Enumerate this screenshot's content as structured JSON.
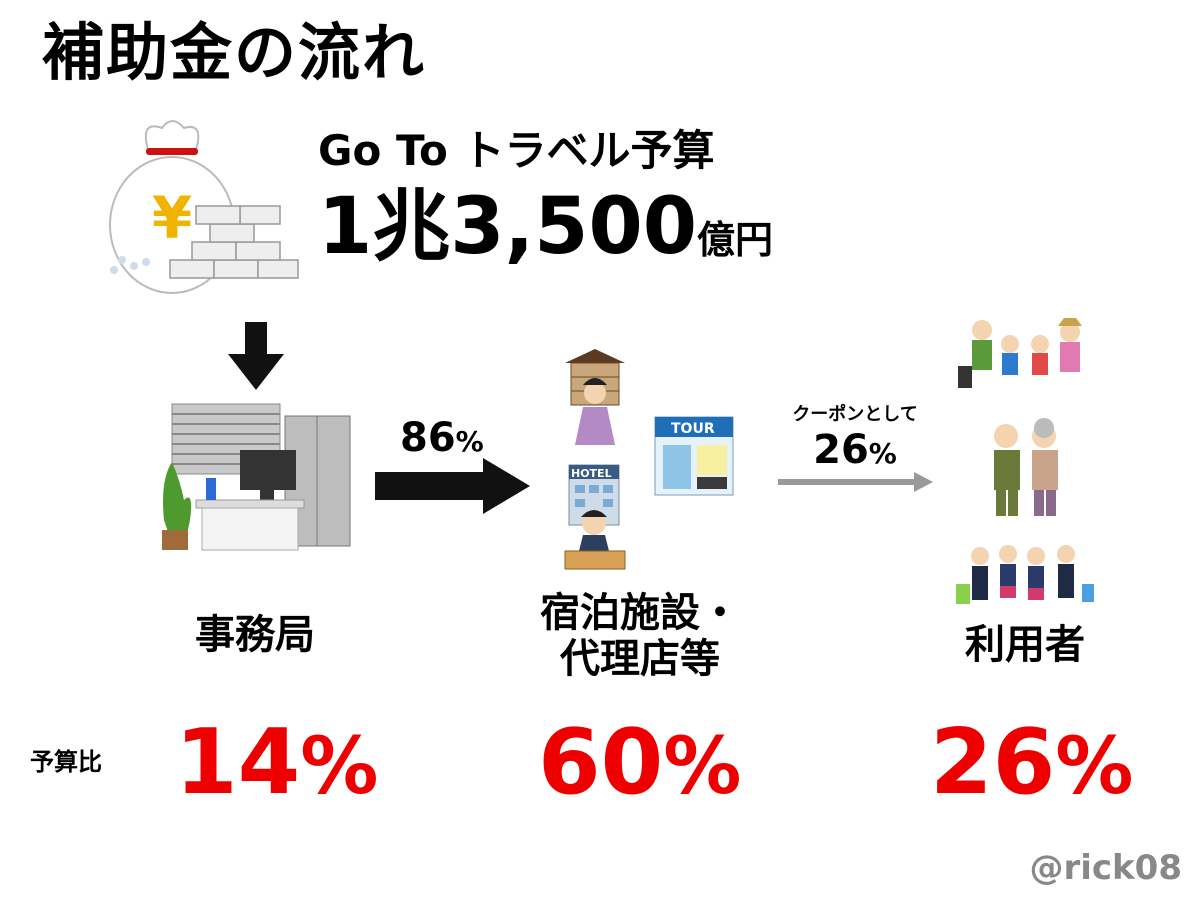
{
  "title": "補助金の流れ",
  "budget": {
    "label": "Go To トラベル予算",
    "amount": "1兆3,500",
    "unit": "億円"
  },
  "nodes": {
    "secretariat": {
      "label": "事務局",
      "pct": "14",
      "pct_unit": "%"
    },
    "facilities": {
      "label_line1": "宿泊施設・",
      "label_line2": "代理店等",
      "pct": "60",
      "pct_unit": "%"
    },
    "users": {
      "label": "利用者",
      "pct": "26",
      "pct_unit": "%"
    }
  },
  "flows": {
    "to_facilities": {
      "pct": "86",
      "unit": "%"
    },
    "to_users": {
      "note": "クーポンとして",
      "pct": "26",
      "unit": "%"
    }
  },
  "ratio_label": "予算比",
  "hotel_sign": "HOTEL",
  "tour_sign": "TOUR",
  "yen_symbol": "¥",
  "credit": "@rick08",
  "colors": {
    "accent_red": "#ee0000",
    "arrow_gray": "#999999",
    "credit_gray": "#888888"
  }
}
